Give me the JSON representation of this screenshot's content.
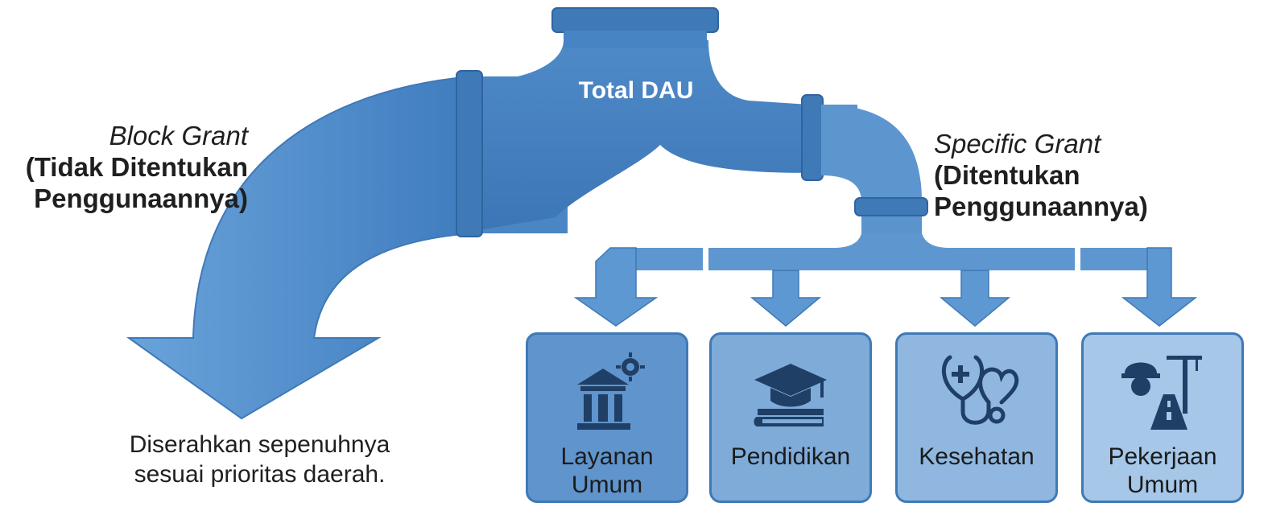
{
  "source": {
    "title": "Total DAU"
  },
  "block_grant": {
    "term": "Block Grant",
    "description": "(Tidak Ditentukan Penggunaannya)",
    "note": "Diserahkan sepenuhnya sesuai prioritas daerah."
  },
  "specific_grant": {
    "term": "Specific Grant",
    "description": "(Ditentukan Penggunaannya)"
  },
  "sectors": [
    {
      "label": "Layanan Umum",
      "icon": "public-service-building-gear-icon"
    },
    {
      "label": "Pendidikan",
      "icon": "graduation-cap-book-icon"
    },
    {
      "label": "Kesehatan",
      "icon": "stethoscope-heart-icon"
    },
    {
      "label": "Pekerjaan Umum",
      "icon": "worker-road-crane-icon"
    }
  ],
  "colors": {
    "pipe_dark": "#3f79b6",
    "pipe_main": "#4b86c4",
    "pipe_light": "#6ea2d8",
    "arrow": "#5e98d2",
    "icon": "#1f3f66"
  }
}
